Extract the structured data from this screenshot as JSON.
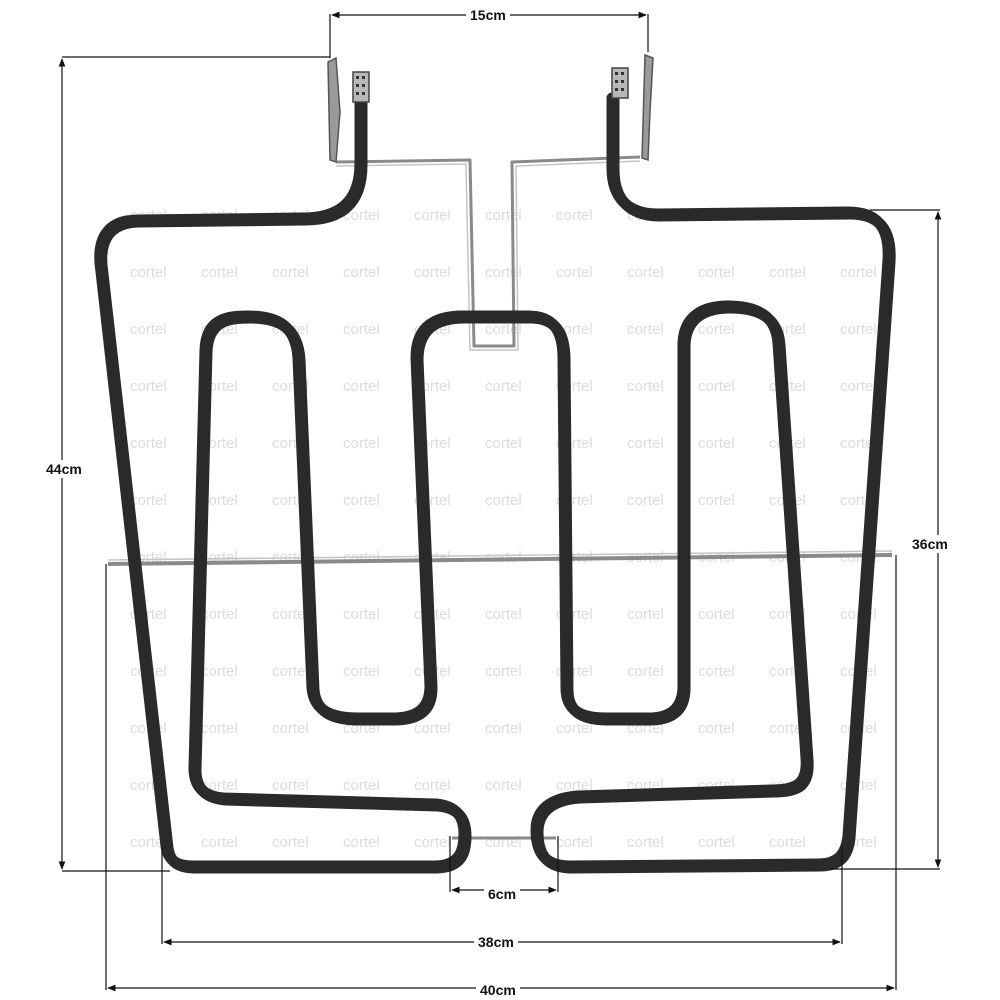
{
  "dimensions": {
    "top_width": "15cm",
    "total_height": "44cm",
    "inner_height": "36cm",
    "center_gap": "6cm",
    "inner_width": "38cm",
    "outer_width": "40cm"
  },
  "watermark": "cortel",
  "colors": {
    "element": "#2a2a2a",
    "element_highlight": "#6e6e6e",
    "bracket": "#8a8a8a",
    "dimension_line": "#111111"
  },
  "icons": {
    "terminal": "terminal-connector-icon",
    "arrow": "dimension-arrow-icon"
  }
}
